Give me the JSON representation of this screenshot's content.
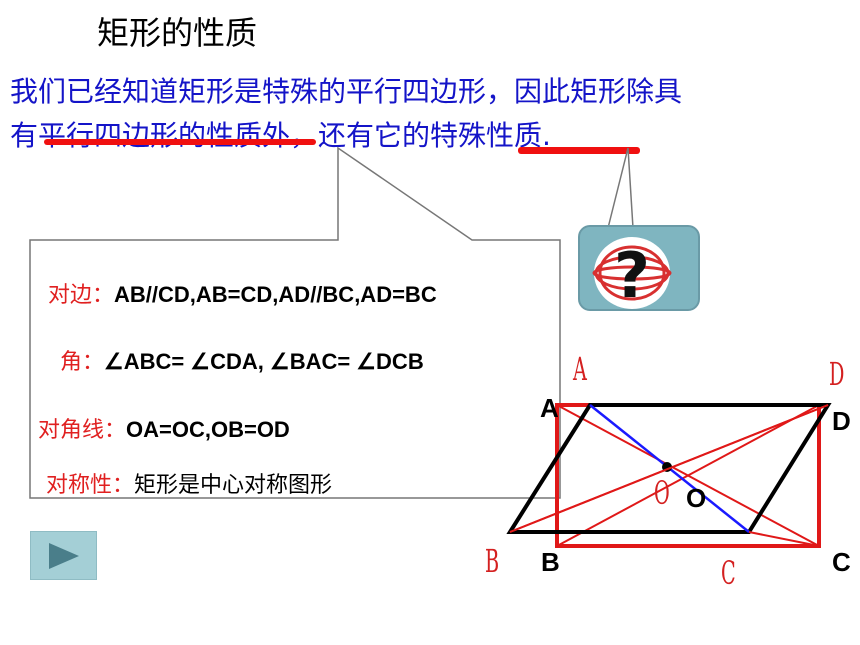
{
  "title": "矩形的性质",
  "intro": {
    "line1": "我们已经知道矩形是特殊的平行四边形，因此矩形除具",
    "line2": "有平行四边形的性质外，还有它的特殊性质."
  },
  "properties": [
    {
      "label": "对边：",
      "value": "AB//CD,AB=CD,AD//BC,AD=BC"
    },
    {
      "label": "角：",
      "value": "∠ABC= ∠CDA, ∠BAC= ∠DCB"
    },
    {
      "label": "对角线：",
      "value": "OA=OC,OB=OD"
    },
    {
      "label": "对称性：",
      "value": "矩形是中心对称图形"
    }
  ],
  "question_icon": "question-mark-icon",
  "play_icon": "play-icon",
  "parallelogram_labels": {
    "A": "A",
    "B": "B",
    "C": "C",
    "D": "D",
    "O": "O"
  },
  "rectangle_labels": {
    "A": "A",
    "B": "B",
    "C": "C",
    "D": "D",
    "O": "O"
  },
  "colors": {
    "intro_text": "#1414c8",
    "highlight": "#f01010",
    "label_red": "#e02020",
    "rectangle": "#e01818",
    "parallelogram": "#000000",
    "diagonal": "#1a1aff",
    "button": "#a4cfd6"
  }
}
